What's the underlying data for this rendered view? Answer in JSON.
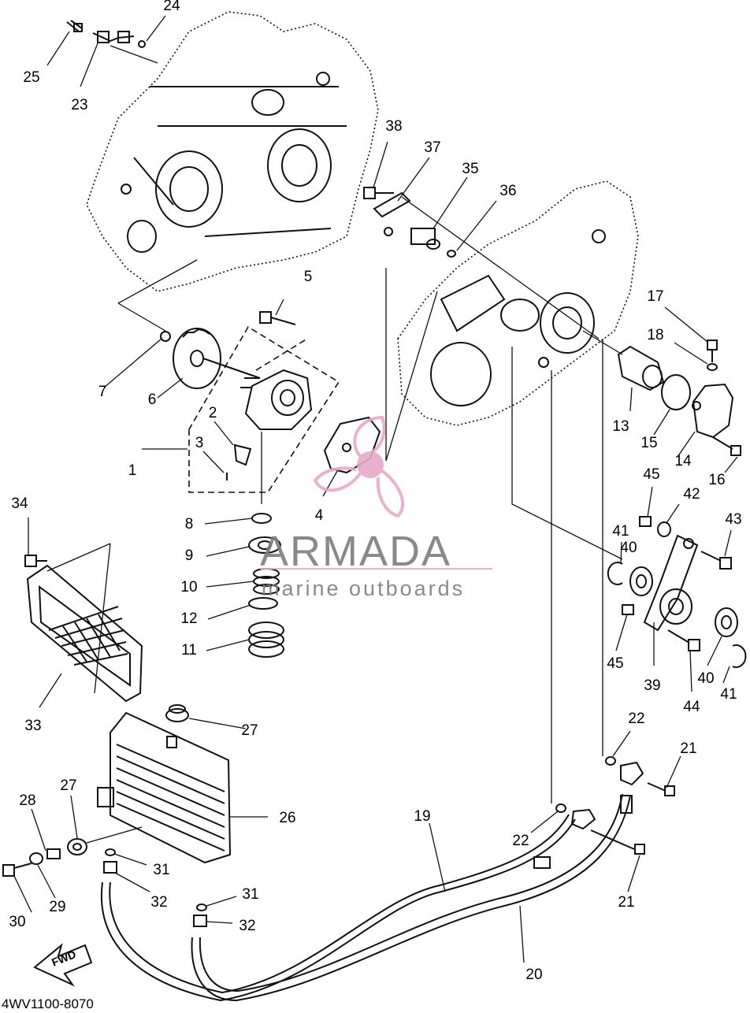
{
  "diagram": {
    "drawing_code": "4WV1100-8070",
    "direction_marker": "FWD",
    "watermark": {
      "brand": "ARMADA",
      "tagline": "marine outboards",
      "color": "#e8a9c9"
    },
    "part_numbers": [
      "1",
      "2",
      "3",
      "4",
      "5",
      "6",
      "7",
      "8",
      "9",
      "10",
      "11",
      "12",
      "13",
      "14",
      "15",
      "16",
      "17",
      "18",
      "19",
      "20",
      "21",
      "21",
      "22",
      "22",
      "23",
      "24",
      "25",
      "26",
      "27",
      "27",
      "28",
      "29",
      "30",
      "31",
      "31",
      "32",
      "32",
      "33",
      "34",
      "35",
      "36",
      "37",
      "38",
      "39",
      "40",
      "40",
      "41",
      "41",
      "42",
      "43",
      "44",
      "45",
      "45"
    ]
  }
}
